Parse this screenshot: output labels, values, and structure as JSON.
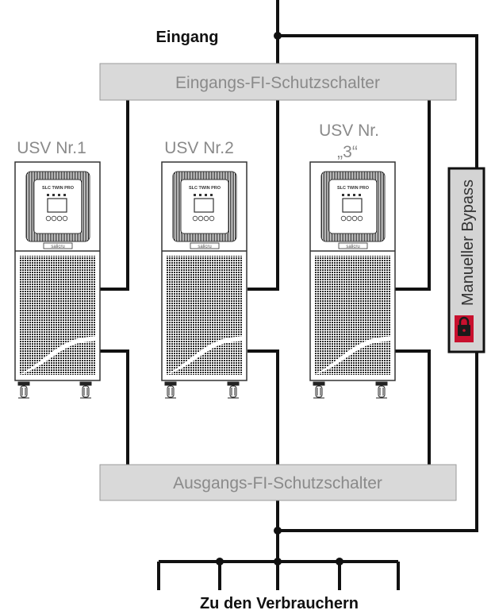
{
  "input_label": "Eingang",
  "input_breaker_label": "Eingangs-FI-Schutzschalter",
  "output_breaker_label": "Ausgangs-FI-Schutzschalter",
  "loads_label": "Zu den Verbrauchern",
  "bypass_label": "Manueller Bypass",
  "ups_units": [
    {
      "label_line1": "USV Nr.1",
      "label_line2": ""
    },
    {
      "label_line1": "USV Nr.2",
      "label_line2": ""
    },
    {
      "label_line1": "USV Nr.",
      "label_line2": "„3“"
    }
  ],
  "ups_brand": "SLC TWIN PRO",
  "ups_logo": "salicru",
  "colors": {
    "line": "#111111",
    "breaker_fill": "#d9d9d9",
    "breaker_text": "#8a8a8a",
    "bypass_fill": "#d4d4d4",
    "lock_red": "#c8102e"
  },
  "icons": {
    "lock": "padlock-icon"
  }
}
